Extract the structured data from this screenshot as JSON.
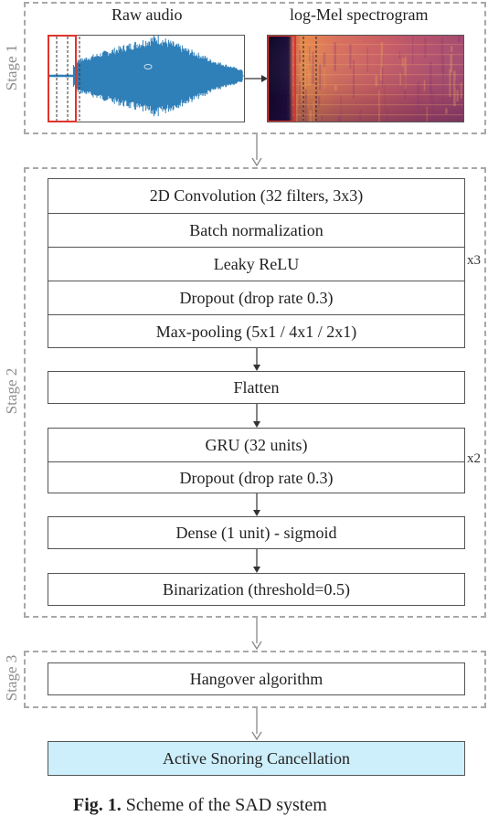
{
  "stage1": {
    "label": "Stage 1",
    "raw_audio_caption": "Raw audio",
    "spectrogram_caption": "log-Mel spectrogram"
  },
  "stage2": {
    "label": "Stage 2",
    "conv_block": {
      "rows": [
        "2D Convolution (32 filters, 3x3)",
        "Batch normalization",
        "Leaky ReLU",
        "Dropout (drop rate 0.3)",
        "Max-pooling (5x1 / 4x1 / 2x1)"
      ],
      "repeat": "x3"
    },
    "flatten": "Flatten",
    "gru_block": {
      "rows": [
        "GRU (32 units)",
        "Dropout (drop rate 0.3)"
      ],
      "repeat": "x2"
    },
    "dense": "Dense (1 unit) - sigmoid",
    "binarization": "Binarization (threshold=0.5)"
  },
  "stage3": {
    "label": "Stage 3",
    "hangover": "Hangover algorithm"
  },
  "output": "Active Snoring Cancellation",
  "caption": {
    "prefix": "Fig. 1.",
    "text": "Scheme of the SAD system"
  },
  "colors": {
    "waveform": "#2f7fb8",
    "highlight": "#e0342b",
    "output_fill": "#cdeefb",
    "stage_border": "#a8a8a8"
  }
}
